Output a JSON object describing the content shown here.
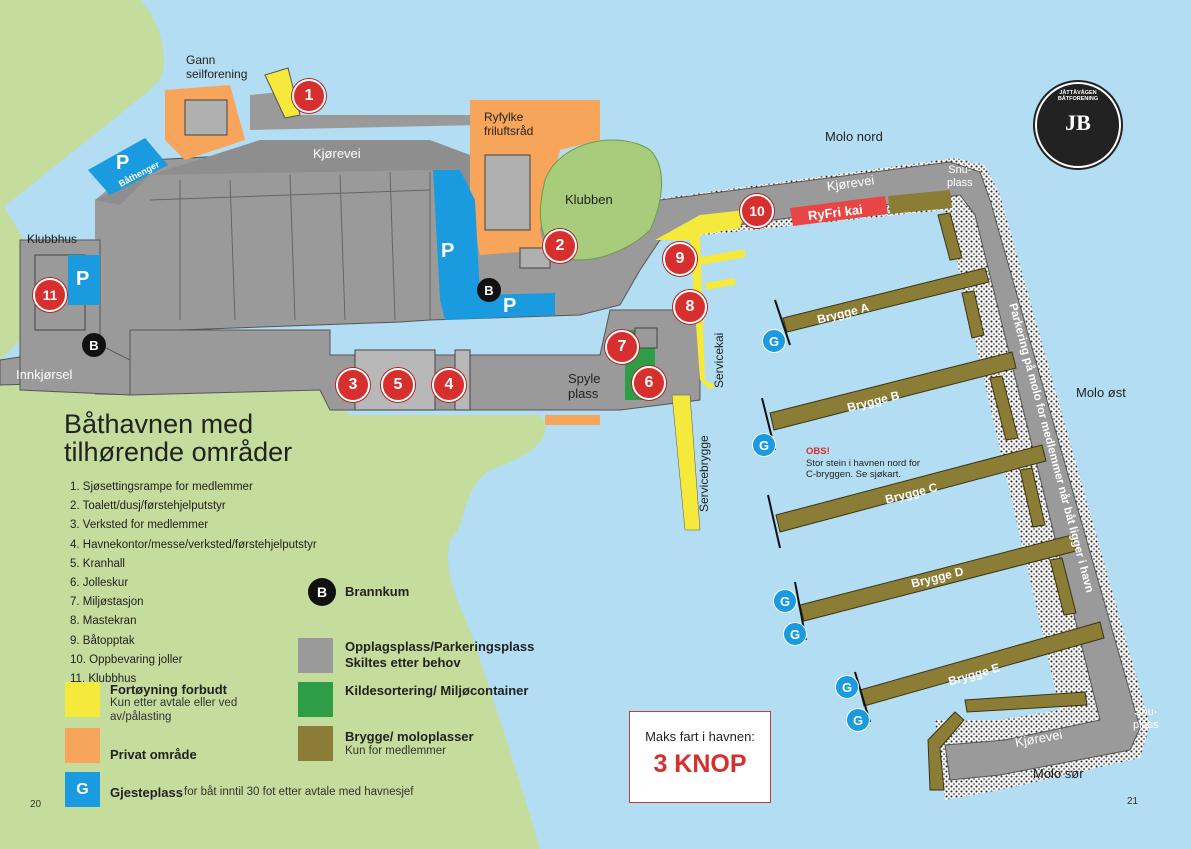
{
  "labels": {
    "gann": "Gann\nseilforening",
    "ryfylke": "Ryfylke\nfriluftsråd",
    "klubben": "Klubben",
    "klubbhus": "Klubbhus",
    "kjorevei_top": "Kjørevei",
    "kjorevei_molo": "Kjørevei",
    "kjorevei_bottom": "Kjørevei",
    "molo_nord": "Molo nord",
    "molo_ost": "Molo øst",
    "molo_sor": "Molo sør",
    "snuplass_top": "Snu-\nplass",
    "snuplass_bottom": "Snu-\nplass",
    "innkjorsel": "Innkjørsel",
    "spyleplass": "Spyle\nplass",
    "servicekai": "Servicekai",
    "servicebrygge": "Servicebrygge",
    "ryfri_kai": "RyFri kai",
    "bathenger": "Båthenger",
    "parkering_molo": "Parkering på molo for medlemmer når båt ligger i havn",
    "brygge_a": "Brygge A",
    "brygge_b": "Brygge B",
    "brygge_c": "Brygge C",
    "brygge_d": "Brygge D",
    "brygge_e": "Brygge E",
    "obs_title": "OBS!",
    "obs_text": "Stor stein i havnen nord for\nC-bryggen. Se sjøkart.",
    "logo_text": "JÅTTÅVÅGEN BÅTFORENING",
    "logo_initials": "JB"
  },
  "markers": {
    "parking": "P",
    "hydrant": "B",
    "guest": "G",
    "numbers": [
      "1",
      "2",
      "3",
      "4",
      "5",
      "6",
      "7",
      "8",
      "9",
      "10",
      "11"
    ]
  },
  "legend": {
    "title_line1": "Båthavnen med",
    "title_line2": "tilhørende områder",
    "items": [
      "1. Sjøsettingsrampe for medlemmer",
      "2. Toalett/dusj/førstehjelputstyr",
      "3. Verksted for medlemmer",
      "4. Havnekontor/messe/verksted/førstehjelputstyr",
      "5. Kranhall",
      "6. Jolleskur",
      "7. Miljøstasjon",
      "8. Mastekran",
      "9. Båtopptak",
      "10. Oppbevaring joller",
      "11. Klubbhus"
    ],
    "brannkum": "Brannkum",
    "yellow_title": "Fortøyning forbudt",
    "yellow_sub": "Kun etter avtale eller ved\nav/pålasting",
    "orange_title": "Privat område",
    "guest_title": "Gjesteplass",
    "guest_sub": "for båt inntil 30 fot etter avtale med havnesjef",
    "grey_title": "Opplagsplass/Parkeringsplass\nSkiltes etter behov",
    "green_title": "Kildesortering/ Miljøcontainer",
    "olive_title": "Brygge/ moloplasser",
    "olive_sub": "Kun for medlemmer"
  },
  "speed": {
    "line1": "Maks fart i havnen:",
    "line2": "3 KNOP"
  },
  "pages": {
    "left": "20",
    "right": "21"
  },
  "colors": {
    "water": "#b3ddf2",
    "land": "#c4dc9c",
    "road": "#9a9a9a",
    "yellow": "#f5e93c",
    "orange": "#f7a55a",
    "blue_parking": "#1a9be0",
    "green": "#2e9e46",
    "olive": "#8b7d36",
    "red_marker": "#d72e2e",
    "ryfri_red": "#e84545"
  }
}
